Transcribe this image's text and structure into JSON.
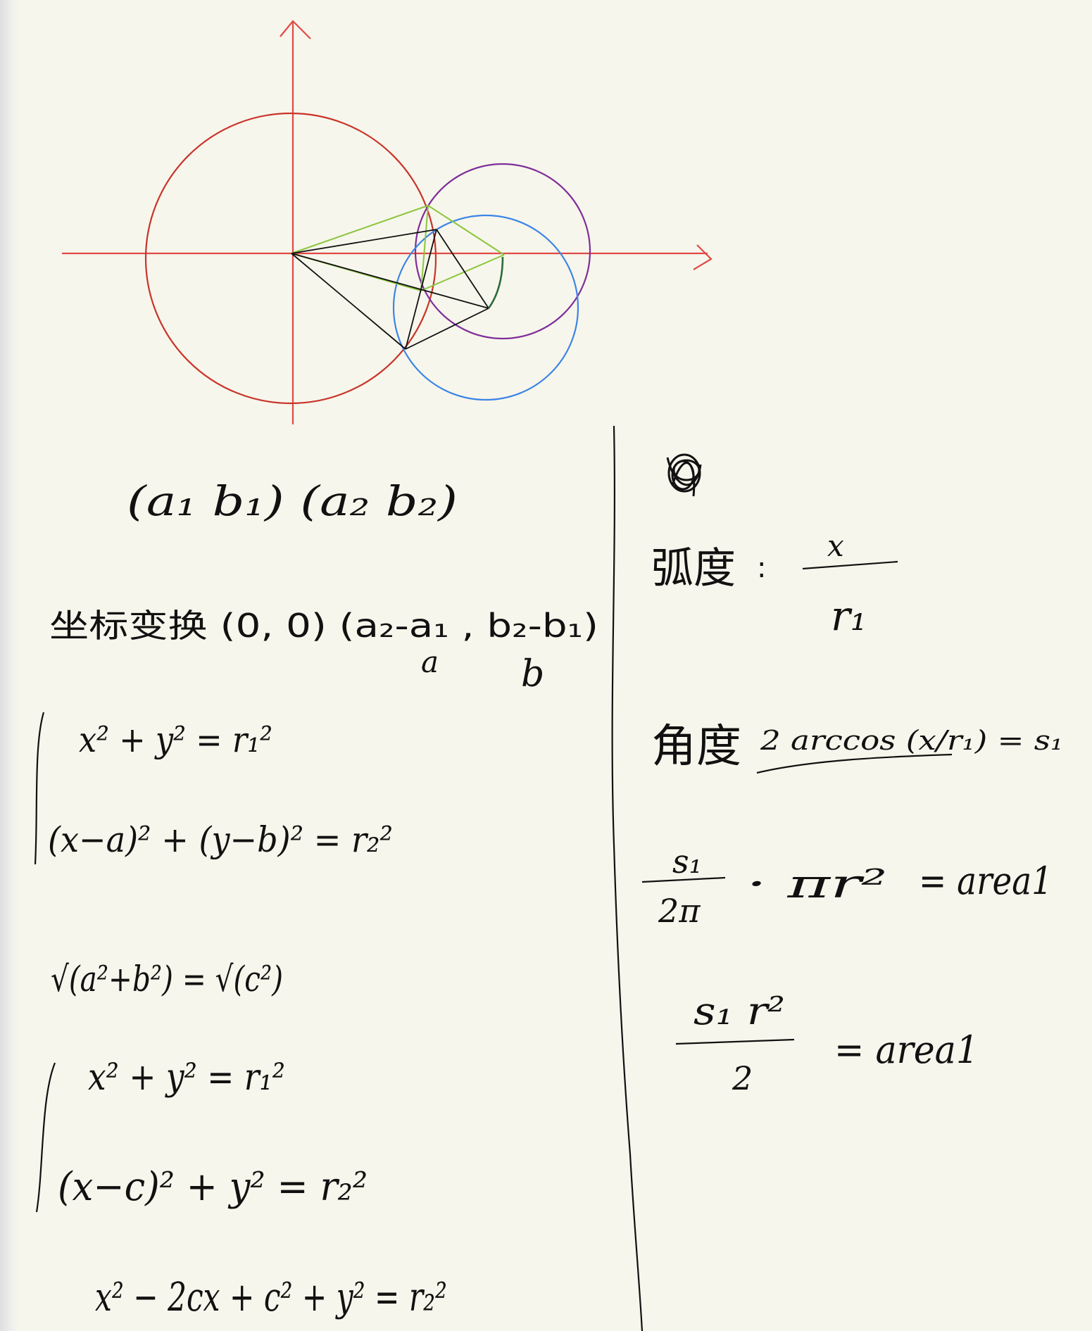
{
  "figure": {
    "circles": [
      {
        "name": "red-circle",
        "color": "#c9342a"
      },
      {
        "name": "purple-circle",
        "color": "#7d2e9a"
      },
      {
        "name": "blue-circle",
        "color": "#3c85e6"
      }
    ],
    "axis_color": "#e04a45",
    "green_color": "#8cc63e",
    "black_color": "#111111"
  },
  "left_notes": {
    "centers": "(a₁ b₁)   (a₂ b₂)",
    "coord_transform": "坐标变换 (0, 0) (a₂-a₁ , b₂-b₁)",
    "label_a": "a",
    "label_b": "b",
    "system1_eq1": "x² + y² = r₁²",
    "system1_eq2": "(x−a)² + (y−b)² = r₂²",
    "sqrt_eq": "√(a²+b²) = √(c²)",
    "system2_eq1": "x² + y² = r₁²",
    "system2_eq2": "(x−c)² + y² = r₂²",
    "expanded_eq": "x² − 2cx + c² + y² = r₂²"
  },
  "right_notes": {
    "scribble": "",
    "arc_label": "弧度",
    "arc_num": "x",
    "arc_den": "r₁",
    "angle_label": "角度",
    "angle_expr": "2 arccos (x/r₁) = s₁",
    "area_num": "s₁",
    "area_den": "2π",
    "area_mid": "· πr²",
    "area_rhs": "= area1",
    "area2_num": "s₁ r²",
    "area2_den": "2",
    "area2_rhs": "= area1"
  }
}
